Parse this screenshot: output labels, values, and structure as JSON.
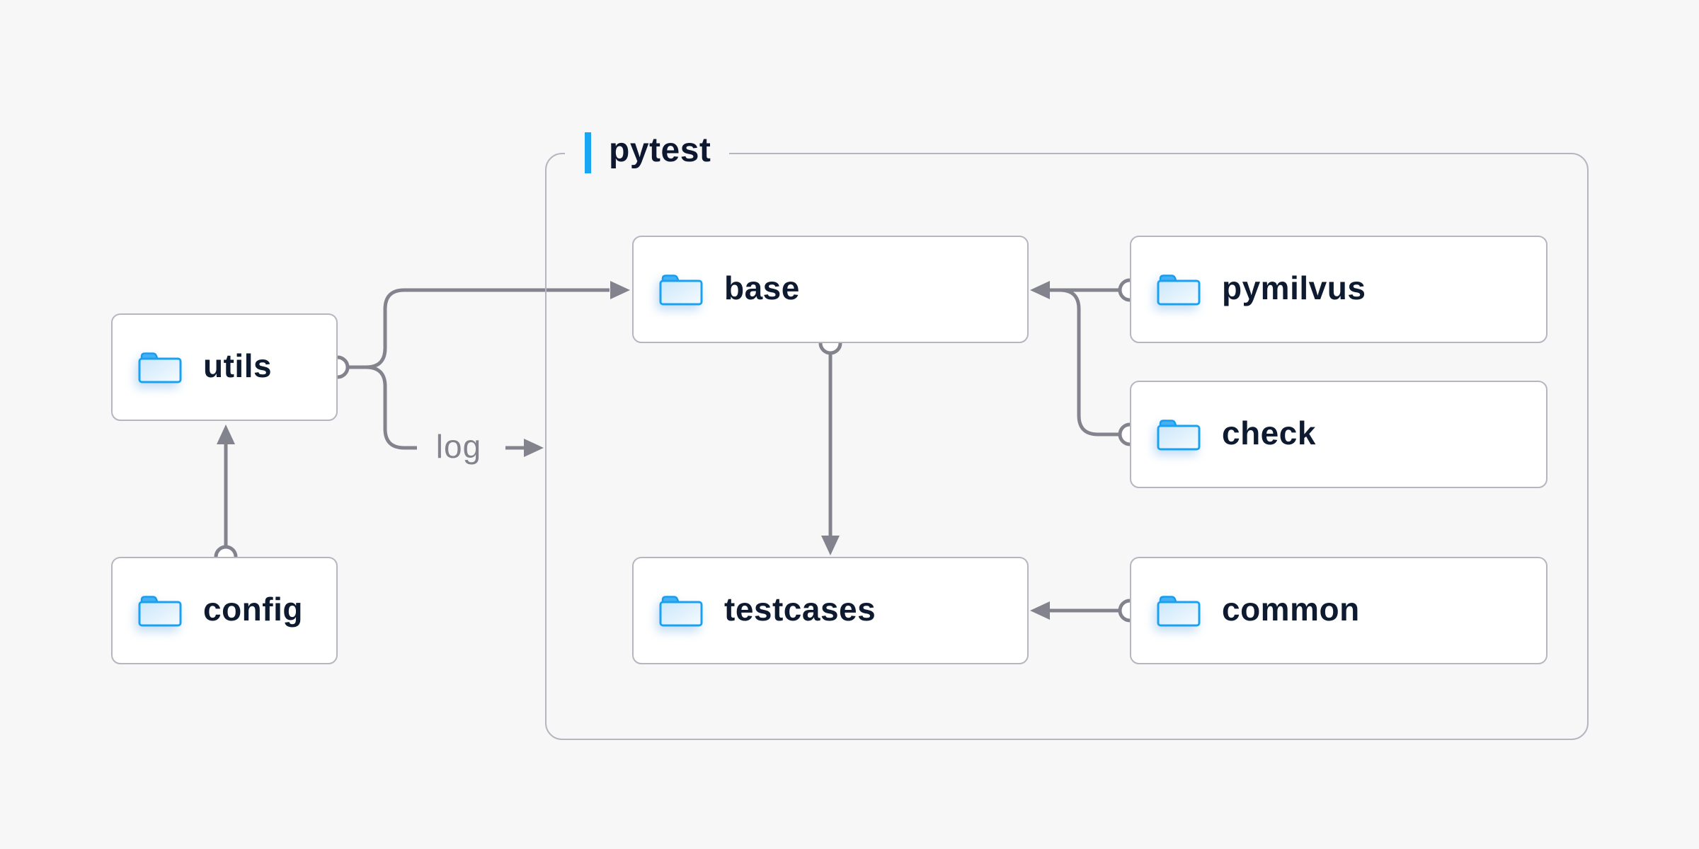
{
  "diagram": {
    "background_color": "#f7f7f8",
    "container": {
      "label": "pytest",
      "accent_color": "#18a6f2",
      "border_color": "#b6b6c1"
    },
    "nodes": [
      {
        "id": "utils",
        "label": "utils",
        "icon": "folder-icon"
      },
      {
        "id": "config",
        "label": "config",
        "icon": "folder-icon"
      },
      {
        "id": "base",
        "label": "base",
        "icon": "folder-icon",
        "group": "pytest"
      },
      {
        "id": "testcases",
        "label": "testcases",
        "icon": "folder-icon",
        "group": "pytest"
      },
      {
        "id": "pymilvus",
        "label": "pymilvus",
        "icon": "folder-icon",
        "group": "pytest"
      },
      {
        "id": "check",
        "label": "check",
        "icon": "folder-icon",
        "group": "pytest"
      },
      {
        "id": "common",
        "label": "common",
        "icon": "folder-icon",
        "group": "pytest"
      }
    ],
    "edges": {
      "log_label": "log",
      "line_color": "#83838e",
      "connections": [
        {
          "from": "config",
          "to": "utils"
        },
        {
          "from": "utils",
          "to": "base"
        },
        {
          "from": "utils",
          "to": "pytest-container",
          "label": "log"
        },
        {
          "from": "pymilvus",
          "to": "base"
        },
        {
          "from": "check",
          "to": "base"
        },
        {
          "from": "base",
          "to": "testcases"
        },
        {
          "from": "common",
          "to": "testcases"
        }
      ]
    },
    "folder_icon_colors": {
      "border": "#1ba1f2",
      "tab_fill": "#45b0f3",
      "body_fill_start": "#cbe7fa",
      "body_fill_end": "#f6fbff"
    },
    "text_colors": {
      "node_label": "#0e1a2f",
      "container_label": "#0d1830",
      "edge_label": "#83838e"
    }
  }
}
